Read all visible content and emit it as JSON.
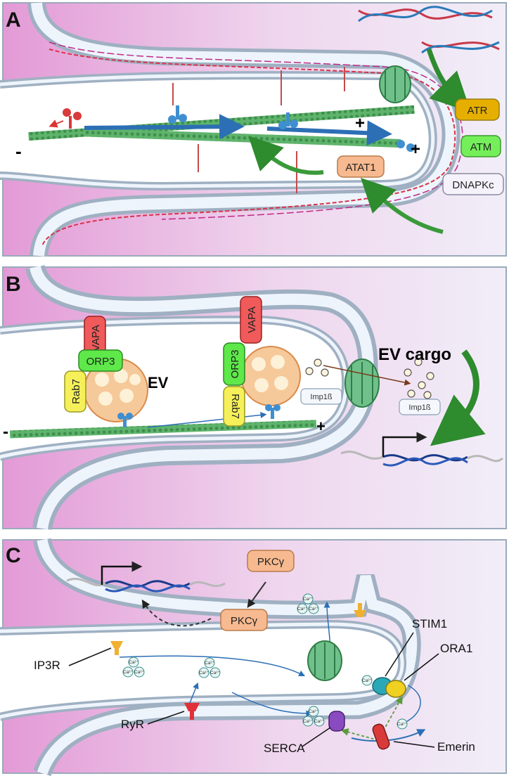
{
  "panels": {
    "a": {
      "letter": "A"
    },
    "b": {
      "letter": "B"
    },
    "c": {
      "letter": "C"
    }
  },
  "panel_a": {
    "kinases": [
      "ATR",
      "ATM",
      "DNAPKc"
    ],
    "atat1": "ATAT1",
    "plus": "+",
    "minus": "-"
  },
  "panel_b": {
    "vapa": "VAPA",
    "orp3": "ORP3",
    "rab7": "Rab7",
    "ev": "EV",
    "ev_cargo": "EV cargo",
    "imp1b": "Imp1ß",
    "plus": "+",
    "minus": "-"
  },
  "panel_c": {
    "pkc": "PKCγ",
    "ca": "Ca²⁺",
    "ip3r": "IP3R",
    "ryr": "RyR",
    "stim1": "STIM1",
    "ora1": "ORA1",
    "serca": "SERCA",
    "emerin": "Emerin"
  },
  "colors": {
    "cytoplasm_left": "#e59ad9",
    "cytoplasm_right": "#f1ecf8",
    "membrane": "#a8b8c8",
    "lumen": "#f2f7fc",
    "microtubule": "#4aa35c",
    "arrow_green": "#2e8b2e",
    "arrow_blue": "#2c6fb5",
    "atr": "#e8b000",
    "atm": "#74f05a",
    "atat1": "#f7b98f",
    "vapa": "#f05a5a",
    "orp3": "#5ee84a",
    "rab7": "#f5f05a"
  }
}
